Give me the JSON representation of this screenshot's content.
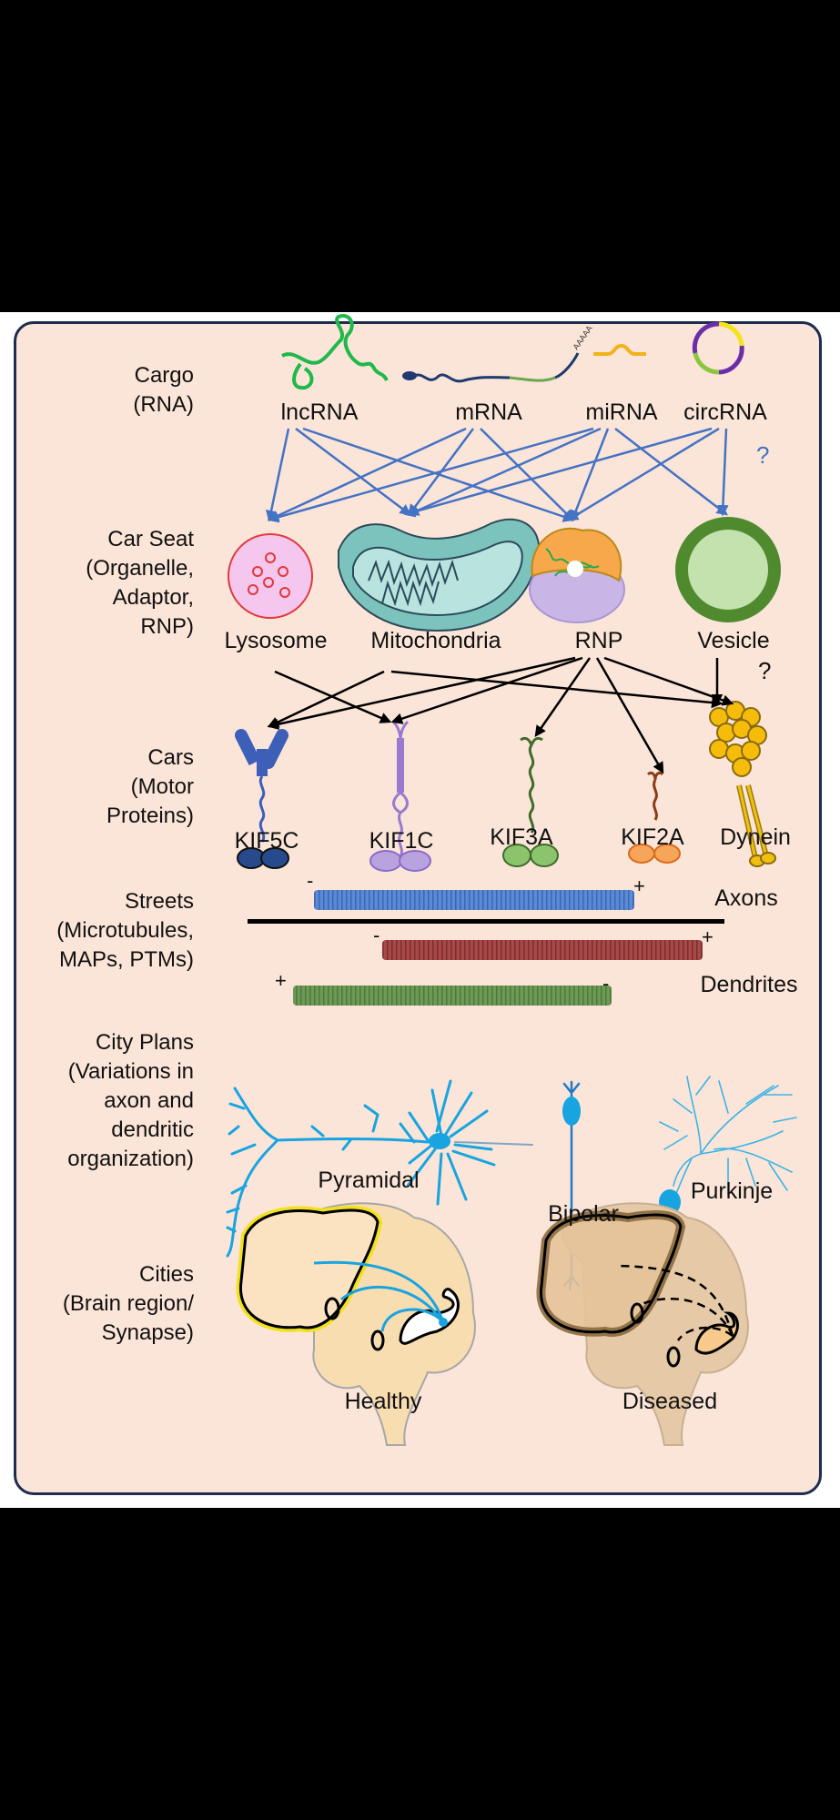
{
  "row_labels": {
    "cargo": "Cargo\n(RNA)",
    "car_seat": "Car Seat\n(Organelle,\nAdaptor,\nRNP)",
    "cars": "Cars\n(Motor\nProteins)",
    "streets": "Streets\n(Microtubules,\nMAPs, PTMs)",
    "city_plans": "City Plans\n(Variations in\naxon and\ndendritic\norganization)",
    "cities": "Cities\n(Brain region/\nSynapse)"
  },
  "cargo": [
    "lncRNA",
    "mRNA",
    "miRNA",
    "circRNA"
  ],
  "car_seats": [
    "Lysosome",
    "Mitochondria",
    "RNP",
    "Vesicle"
  ],
  "cars": [
    "KIF5C",
    "KIF1C",
    "KIF3A",
    "KIF2A",
    "Dynein"
  ],
  "streets": {
    "axons_label": "Axons",
    "dendrites_label": "Dendrites",
    "axon_mt": {
      "minus": "-",
      "plus": "+"
    },
    "dendrite_mt1": {
      "minus": "-",
      "plus": "+"
    },
    "dendrite_mt2": {
      "plus": "+",
      "minus": "-"
    }
  },
  "city_plans": [
    "Pyramidal",
    "Bipolar",
    "Purkinje"
  ],
  "cities": [
    "Healthy",
    "Diseased"
  ],
  "unknown_marker": "?",
  "cargo_to_seat_links": [
    {
      "from": "lncRNA",
      "to": "Lysosome"
    },
    {
      "from": "lncRNA",
      "to": "Mitochondria"
    },
    {
      "from": "lncRNA",
      "to": "RNP"
    },
    {
      "from": "mRNA",
      "to": "Lysosome"
    },
    {
      "from": "mRNA",
      "to": "Mitochondria"
    },
    {
      "from": "mRNA",
      "to": "RNP"
    },
    {
      "from": "miRNA",
      "to": "Lysosome"
    },
    {
      "from": "miRNA",
      "to": "Mitochondria"
    },
    {
      "from": "miRNA",
      "to": "RNP"
    },
    {
      "from": "miRNA",
      "to": "Vesicle"
    },
    {
      "from": "circRNA",
      "to": "Mitochondria"
    },
    {
      "from": "circRNA",
      "to": "RNP"
    },
    {
      "from": "circRNA",
      "to": "Vesicle",
      "uncertain": true
    }
  ],
  "seat_to_car_links": [
    {
      "from": "Lysosome",
      "to": "KIF1C"
    },
    {
      "from": "Mitochondria",
      "to": "KIF5C"
    },
    {
      "from": "Mitochondria",
      "to": "Dynein"
    },
    {
      "from": "RNP",
      "to": "KIF5C"
    },
    {
      "from": "RNP",
      "to": "KIF1C"
    },
    {
      "from": "RNP",
      "to": "KIF3A"
    },
    {
      "from": "RNP",
      "to": "KIF2A"
    },
    {
      "from": "RNP",
      "to": "Dynein"
    },
    {
      "from": "Vesicle",
      "to": "Dynein",
      "uncertain": true
    }
  ],
  "colors": {
    "panel_bg": "#fbe5d8",
    "panel_border": "#1e2d4f",
    "cargo_arrow": "#4472c4",
    "seat_arrow": "#000000",
    "neuron": "#18a4e0",
    "axon_mt": "#5b8ad6",
    "dendrite_mt1": "#a84848",
    "dendrite_mt2": "#6e9a58"
  }
}
